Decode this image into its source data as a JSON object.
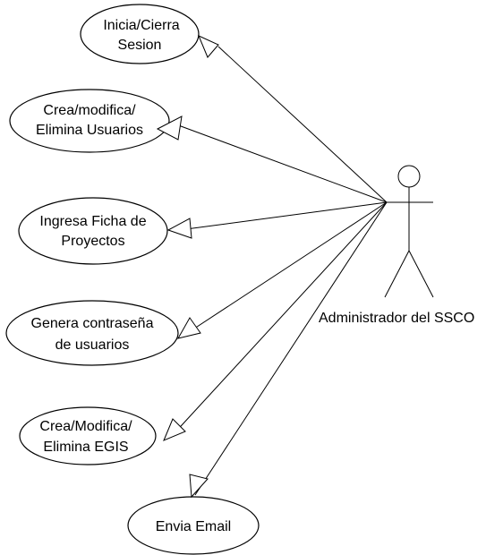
{
  "actor": {
    "label": "Administrador del SSCO"
  },
  "use_cases": [
    {
      "id": "uc1",
      "lines": [
        "Inicia/Cierra",
        "Sesion"
      ]
    },
    {
      "id": "uc2",
      "lines": [
        "Crea/modifica/",
        "Elimina Usuarios"
      ]
    },
    {
      "id": "uc3",
      "lines": [
        "Ingresa Ficha de",
        "Proyectos"
      ]
    },
    {
      "id": "uc4",
      "lines": [
        "Genera contraseña",
        "de usuarios"
      ]
    },
    {
      "id": "uc5",
      "lines": [
        "Crea/Modifica/",
        "Elimina EGIS"
      ]
    },
    {
      "id": "uc6",
      "lines": [
        "Envia Email"
      ]
    }
  ]
}
